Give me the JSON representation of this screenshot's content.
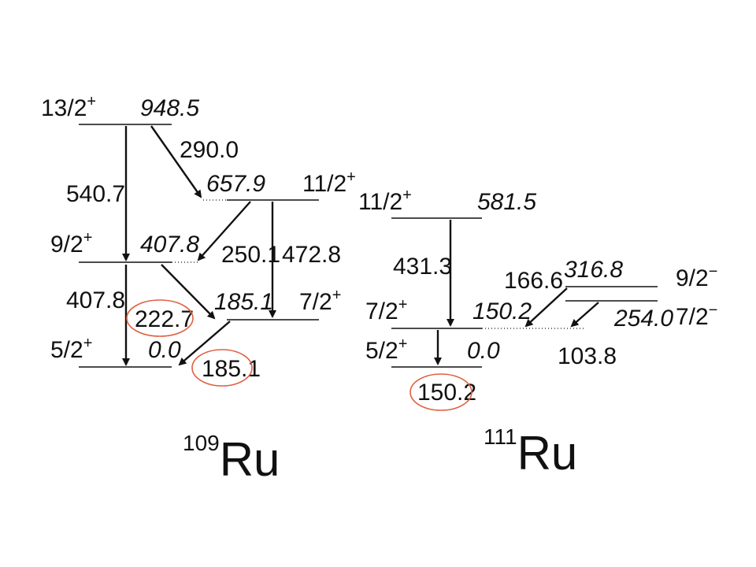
{
  "ru109": {
    "nuclide_mass": "109",
    "nuclide_symbol": "Ru",
    "levels": {
      "l948": {
        "spin": "13/2",
        "parity": "+",
        "energy": "948.5"
      },
      "l657": {
        "spin": "11/2",
        "parity": "+",
        "energy": "657.9"
      },
      "l407": {
        "spin": "9/2",
        "parity": "+",
        "energy": "407.8"
      },
      "l185": {
        "spin": "7/2",
        "parity": "+",
        "energy": "185.1"
      },
      "l0": {
        "spin": "5/2",
        "parity": "+",
        "energy": "0.0"
      }
    },
    "transitions": {
      "t540": "540.7",
      "t290": "290.0",
      "t250": "250.1",
      "t472": "472.8",
      "t407": "407.8",
      "t222": "222.7",
      "t185": "185.1"
    },
    "highlight_color": "#e06040"
  },
  "ru111": {
    "nuclide_mass": "111",
    "nuclide_symbol": "Ru",
    "levels": {
      "l581": {
        "spin": "11/2",
        "parity": "+",
        "energy": "581.5"
      },
      "l316": {
        "spin": "9/2",
        "parity": "−",
        "energy": "316.8"
      },
      "l254": {
        "spin": "7/2",
        "parity": "−",
        "energy": "254.0"
      },
      "l150": {
        "spin": "7/2",
        "parity": "+",
        "energy": "150.2"
      },
      "l0": {
        "spin": "5/2",
        "parity": "+",
        "energy": "0.0"
      }
    },
    "transitions": {
      "t431": "431.3",
      "t166": "166.6",
      "t103": "103.8",
      "t150": "150.2"
    },
    "highlight_color": "#e06040"
  }
}
